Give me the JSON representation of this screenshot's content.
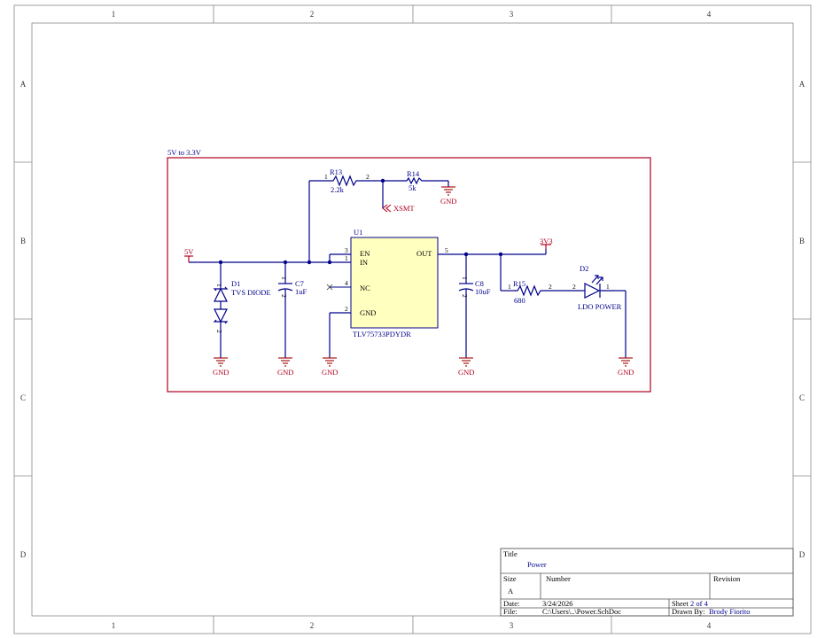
{
  "frame": {
    "columns": [
      "1",
      "2",
      "3",
      "4"
    ],
    "rows": [
      "A",
      "B",
      "C",
      "D"
    ]
  },
  "sheet_section": {
    "title": "5V to 3.3V"
  },
  "nets": {
    "vin": "5V",
    "vout": "3V3",
    "smt": "XSMT",
    "ground": "GND"
  },
  "components": {
    "r13": {
      "designator": "R13",
      "value": "2.2k",
      "pin1": "1",
      "pin2": "2"
    },
    "r14": {
      "designator": "R14",
      "value": "5k"
    },
    "d1": {
      "designator": "D1",
      "value": "TVS DIODE",
      "pin1": "1",
      "pin2": "2"
    },
    "c7": {
      "designator": "C7",
      "value": "1uF",
      "pin1": "1",
      "pin2": "2"
    },
    "u1": {
      "designator": "U1",
      "part": "TLV75733PDYDR",
      "pins": {
        "en": {
          "name": "EN",
          "num": "3"
        },
        "in": {
          "name": "IN",
          "num": "1"
        },
        "nc": {
          "name": "NC",
          "num": "4"
        },
        "gnd": {
          "name": "GND",
          "num": "2"
        },
        "out": {
          "name": "OUT",
          "num": "5"
        }
      }
    },
    "c8": {
      "designator": "C8",
      "value": "10uF",
      "pin1": "1",
      "pin2": "2"
    },
    "r15": {
      "designator": "R15",
      "value": "680",
      "pin1": "1",
      "pin2": "2"
    },
    "d2": {
      "designator": "D2",
      "value": "LDO POWER",
      "pin1": "1",
      "pin2": "2"
    }
  },
  "title_block": {
    "title_label": "Title",
    "title_value": "Power",
    "size_label": "Size",
    "size_value": "A",
    "number_label": "Number",
    "revision_label": "Revision",
    "date_label": "Date:",
    "date_value": "3/24/2026",
    "sheet_label": "Sheet",
    "sheet_value": "2 of 4",
    "file_label": "File:",
    "file_value": "C:\\Users\\..\\Power.SchDoc",
    "drawn_label": "Drawn By:",
    "drawn_value": "Brody Fiorito"
  },
  "colors": {
    "wire": "#00008b",
    "power_port": "#b00020",
    "sheet_border": "#b00020",
    "ic_fill": "#ffffc0"
  }
}
